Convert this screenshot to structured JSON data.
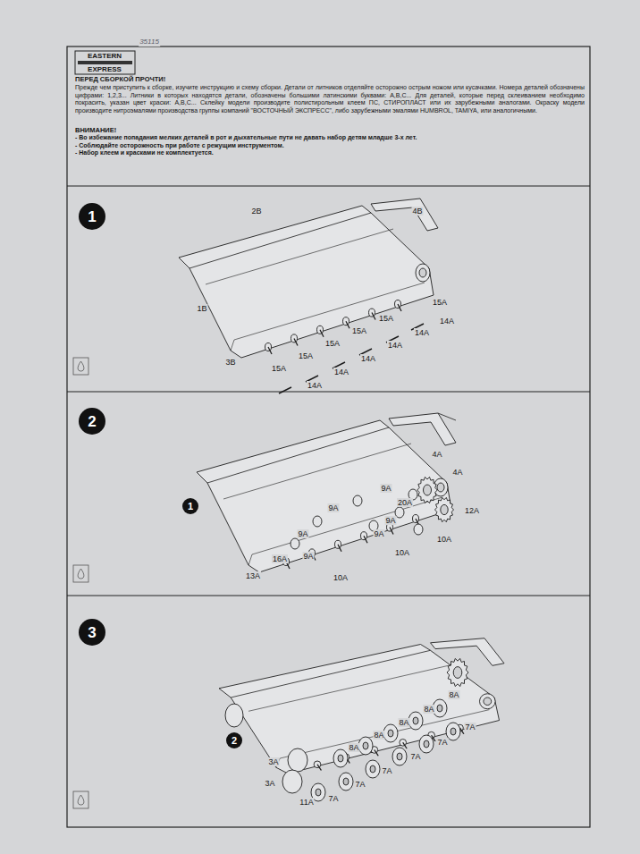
{
  "diagram": {
    "title": "ПЕРЕД СБОРКОЙ ПРОЧТИ!",
    "nodes": [
      {
        "text": [
          "1"
        ]
      },
      {
        "text": [
          "2"
        ]
      },
      {
        "text": [
          "1"
        ]
      },
      {
        "text": [
          "3"
        ]
      },
      {
        "text": [
          "2"
        ]
      }
    ],
    "labels": [
      "35115",
      "EASTERN",
      "EXPRESS",
      "Прежде чем приступить к сборке, изучите инструкцию и схему сборки. Детали от литников отделяйте осторожно острым ножом или кусачками. Номера деталей обозначены цифрами: 1,2,3... Литники в которых находятся детали, обозначены большими латинскими буквами: A,B,C... Для деталей, которые перед склеиванием необходимо покрасить, указан цвет краски: A,B,C... Склейку модели производите полистирольным клеем ПС, СТИРОПЛАСТ или их зарубежными аналогами. Окраску модели производите нитроэмалями производства группы компаний \"ВОСТОЧНЫЙ ЭКСПРЕСС\", либо зарубежными эмалями HUMBROL, TAMIYA, или аналогичными.",
      "ВНИМАНИЕ!",
      "- Во избежание попадания мелких деталей в рот и дыхательные пути не давать набор детям младше 3-х лет.",
      "- Соблюдайте осторожность при работе с режущим инструментом.",
      "- Набор клеем и красками не комплектуется.",
      "2B",
      "4B",
      "1B",
      "3B",
      "15A",
      "14A",
      "15A",
      "14A",
      "15A",
      "14A",
      "15A",
      "14A",
      "15A",
      "14A",
      "15A",
      "14A",
      "4A",
      "4A",
      "9A",
      "20A",
      "12A",
      "9A",
      "10A",
      "9A",
      "9A",
      "9A",
      "9A",
      "10A",
      "10A",
      "16A",
      "13A",
      "8A",
      "7A",
      "8A",
      "7A",
      "8A",
      "7A",
      "8A",
      "7A",
      "8A",
      "7A",
      "7A",
      "3A",
      "3A",
      "11A"
    ]
  }
}
